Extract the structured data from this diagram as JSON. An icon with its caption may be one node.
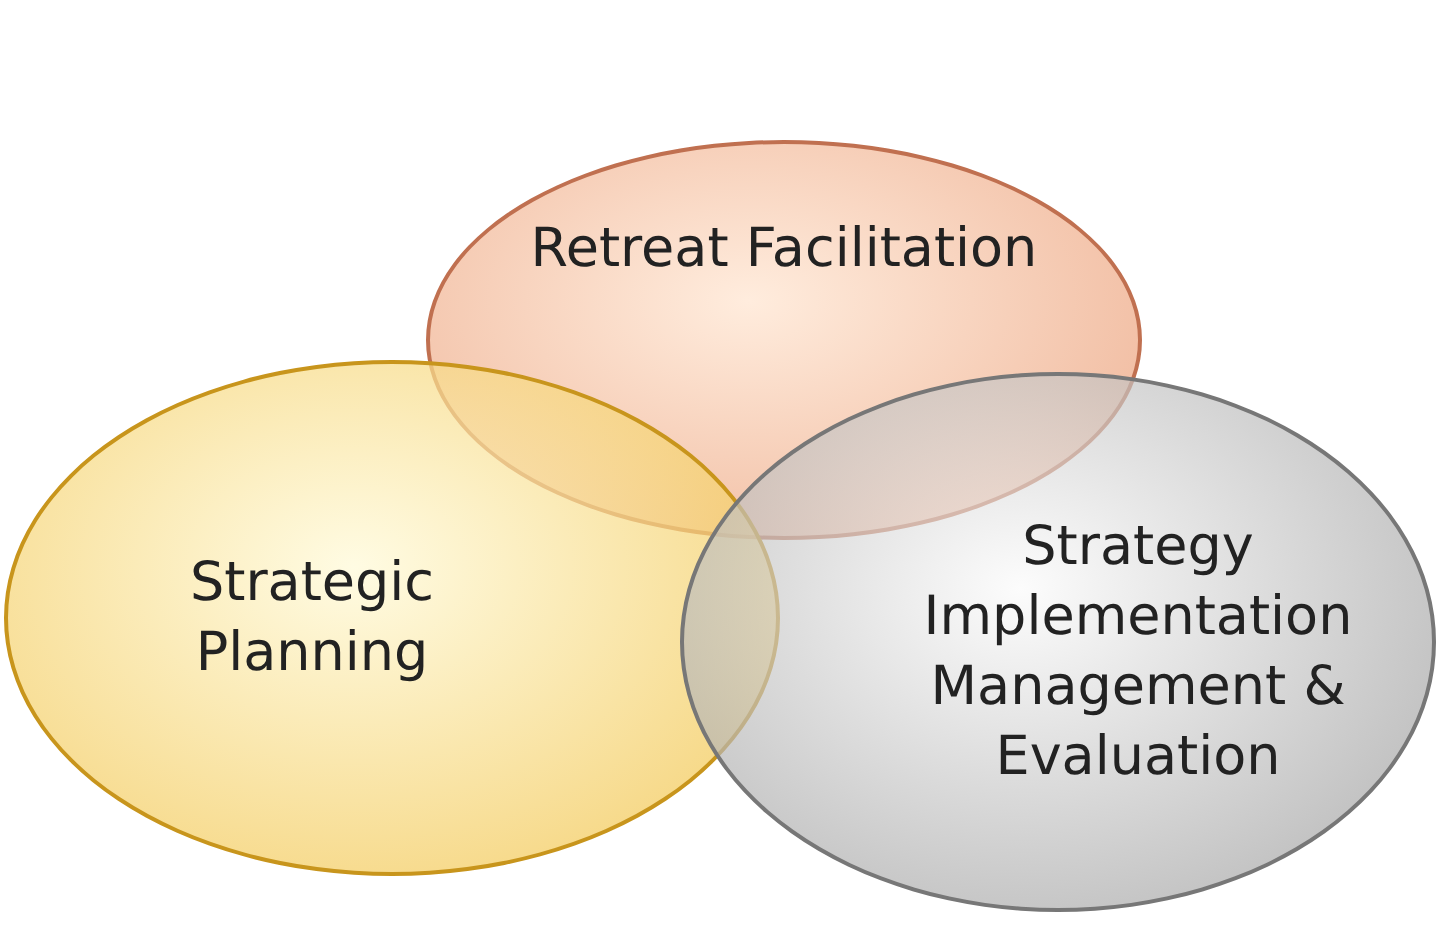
{
  "diagram": {
    "nodes": [
      {
        "text": [
          "Retreat Facilitation"
        ]
      },
      {
        "text": [
          "Strategic Planning"
        ]
      },
      {
        "text": [
          "Strategy Implementation Management & Evaluation"
        ]
      }
    ],
    "edges": []
  }
}
